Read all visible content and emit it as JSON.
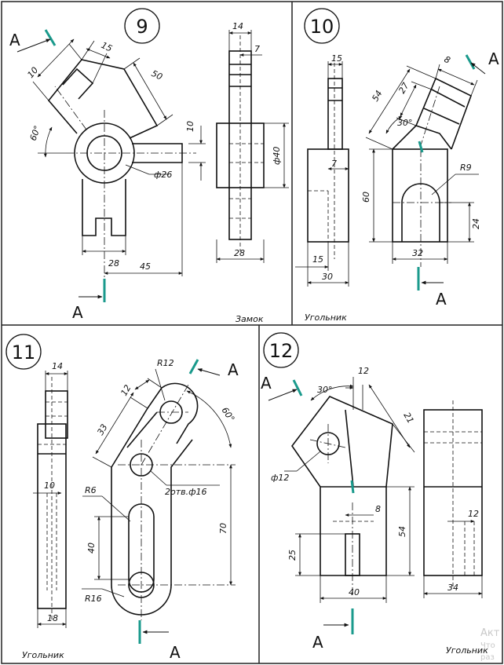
{
  "panels": {
    "p9": {
      "number": "9",
      "caption": "Замок",
      "cut": "A",
      "dims": {
        "d10a": "10",
        "d15": "15",
        "d50": "50",
        "a60": "60°",
        "d26": "ф26",
        "d28": "28",
        "d45": "45",
        "d14": "14",
        "d7": "7",
        "d10b": "10",
        "d40": "ф40",
        "d28b": "28"
      }
    },
    "p10": {
      "number": "10",
      "caption": "Угольник",
      "cut": "A",
      "dims": {
        "d15": "15",
        "d7": "7",
        "d15b": "15",
        "d30": "30",
        "d8": "8",
        "d54": "54",
        "d27": "27",
        "a30": "30°",
        "r9": "R9",
        "d60": "60",
        "d24": "24",
        "d32": "32"
      }
    },
    "p11": {
      "number": "11",
      "caption": "Угольник",
      "cut": "A",
      "dims": {
        "d14": "14",
        "d10": "10",
        "d18": "18",
        "r12": "R12",
        "d12": "12",
        "d33": "33",
        "a60": "60°",
        "r6": "R6",
        "holes": "2отв.ф16",
        "d40": "40",
        "d70": "70",
        "r16": "R16"
      }
    },
    "p12": {
      "number": "12",
      "caption": "Угольник",
      "cut": "A",
      "dims": {
        "a30": "30°",
        "d12": "12",
        "d21": "21",
        "d12b": "ф12",
        "d8": "8",
        "d54": "54",
        "d25": "25",
        "d40": "40",
        "d12c": "12",
        "d34": "34"
      }
    }
  },
  "watermark": {
    "line1": "Акт",
    "line2": "Что",
    "line3": "раз"
  },
  "colors": {
    "line": "#111111",
    "accent": "#1a9a8c",
    "frame": "#222222"
  }
}
